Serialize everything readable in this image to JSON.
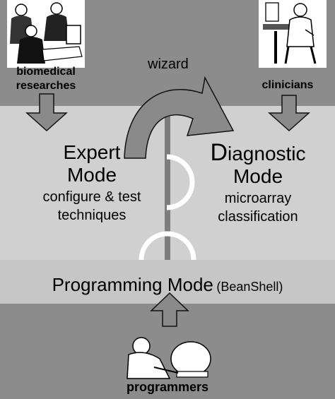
{
  "users": {
    "biomedical_label_line1": "biomedical",
    "biomedical_label_line2": "researches",
    "clinicians_label": "clinicians",
    "programmers_label": "programmers"
  },
  "wizard_label": "wizard",
  "expert_mode": {
    "title_line1": "Expert",
    "title_line2": "Mode",
    "desc_line1": "configure & test",
    "desc_line2": "techniques"
  },
  "diagnostic_mode": {
    "title_initial": "D",
    "title_rest": "iagnostic",
    "title_line2": "Mode",
    "desc_line1": "microarray",
    "desc_line2": "classification"
  },
  "programming_mode": {
    "title": "Programming Mode",
    "subtitle": "(BeanShell)"
  },
  "colors": {
    "top_band": "#8c8c8c",
    "panels": "#d0d0d0",
    "programming_band": "#c6c6c6",
    "divider": "#7d7d7d",
    "arrow_fill": "#8a8a8a"
  },
  "icons": [
    "researchers-illustration-icon",
    "clinician-illustration-icon",
    "programmer-illustration-icon"
  ]
}
